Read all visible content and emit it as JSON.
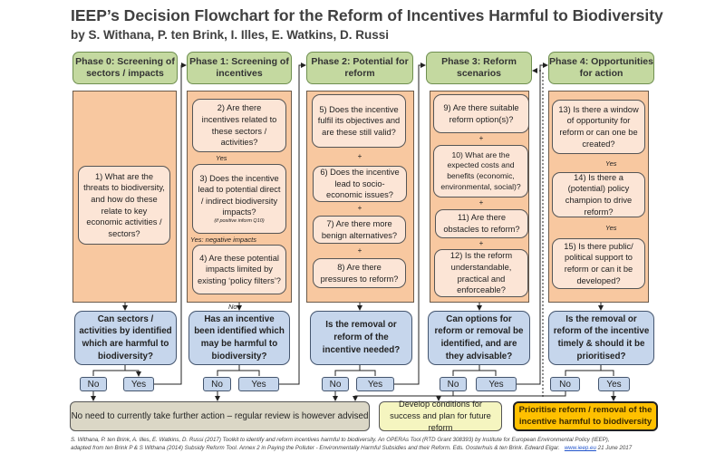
{
  "title": "IEEP’s Decision Flowchart for the Reform of Incentives Harmful to Biodiversity",
  "authors": "by S. Withana, P. ten Brink, I. Illes, E. Watkins, D. Russi",
  "phases": [
    {
      "header": "Phase 0: Screening of sectors / impacts",
      "questions": [
        "1) What are the threats to biodiversity, and how do these relate to key economic activities / sectors?"
      ],
      "decision": "Can sectors / activities by identified which are harmful to biodiversity?"
    },
    {
      "header": "Phase 1: Screening of incentives",
      "questions": [
        "2) Are there incentives related to these sectors / activities?",
        "3) Does the incentive lead to potential direct / indirect biodiversity impacts?",
        "4) Are these potential impacts limited by existing ‘policy filters’?"
      ],
      "q3_note": "(if positive inform Q10)",
      "yes_label": "Yes",
      "yes_negative_label": "Yes: negative impacts",
      "no_label": "No",
      "decision": "Has an incentive been identified which may be harmful to biodiversity?"
    },
    {
      "header": "Phase 2: Potential for reform",
      "questions": [
        "5) Does the incentive fulfil its objectives and are these still valid?",
        "6) Does the incentive lead to socio-economic issues?",
        "7) Are there more benign alternatives?",
        "8) Are there pressures to reform?"
      ],
      "decision": "Is the removal or reform of the incentive needed?"
    },
    {
      "header": "Phase 3: Reform scenarios",
      "questions": [
        "9) Are there suitable reform option(s)?",
        "10) What are the expected costs and benefits (economic, environmental, social)?",
        "11) Are there obstacles to reform?",
        "12) Is the reform understandable, practical and enforceable?"
      ],
      "decision": "Can options for reform or removal be identified, and are they advisable?"
    },
    {
      "header": "Phase 4: Opportunities for action",
      "questions": [
        "13) Is there a window of opportunity for reform or can one be created?",
        "14) Is there a (potential) policy champion to drive reform?",
        "15) Is there public/ political support to reform or can it be developed?"
      ],
      "yes_label": "Yes",
      "decision": "Is the removal or reform of the incentive timely & should it be prioritised?"
    }
  ],
  "plus": "+",
  "no": "No",
  "yes": "Yes",
  "outcomes": {
    "no_action": "No need to currently take further action – regular review is however advised",
    "develop": "Develop conditions for success and plan for future reform",
    "prioritise": "Prioritise reform / removal of the incentive harmful to biodiversity"
  },
  "footer": [
    "S. Withana, P. ten Brink, A. Illes, E. Watkins, D. Russi (2017) Toolkit to identify and reform incentives harmful to biodiversity. An OPERAs Tool (RTD Grant 308393) by Institute for European Environmental Policy (IEEP),",
    "adapted from ten Brink P & S Withana (2014) Subsidy Reform Tool. Annex 2 in Paying the Polluter - Environmentally Harmful Subsidies and their Reform. Eds. Oosterhuis & ten Brink. Edward Elgar."
  ],
  "footer_link": "www.ieep.eu",
  "footer_date": "21 June 2017"
}
